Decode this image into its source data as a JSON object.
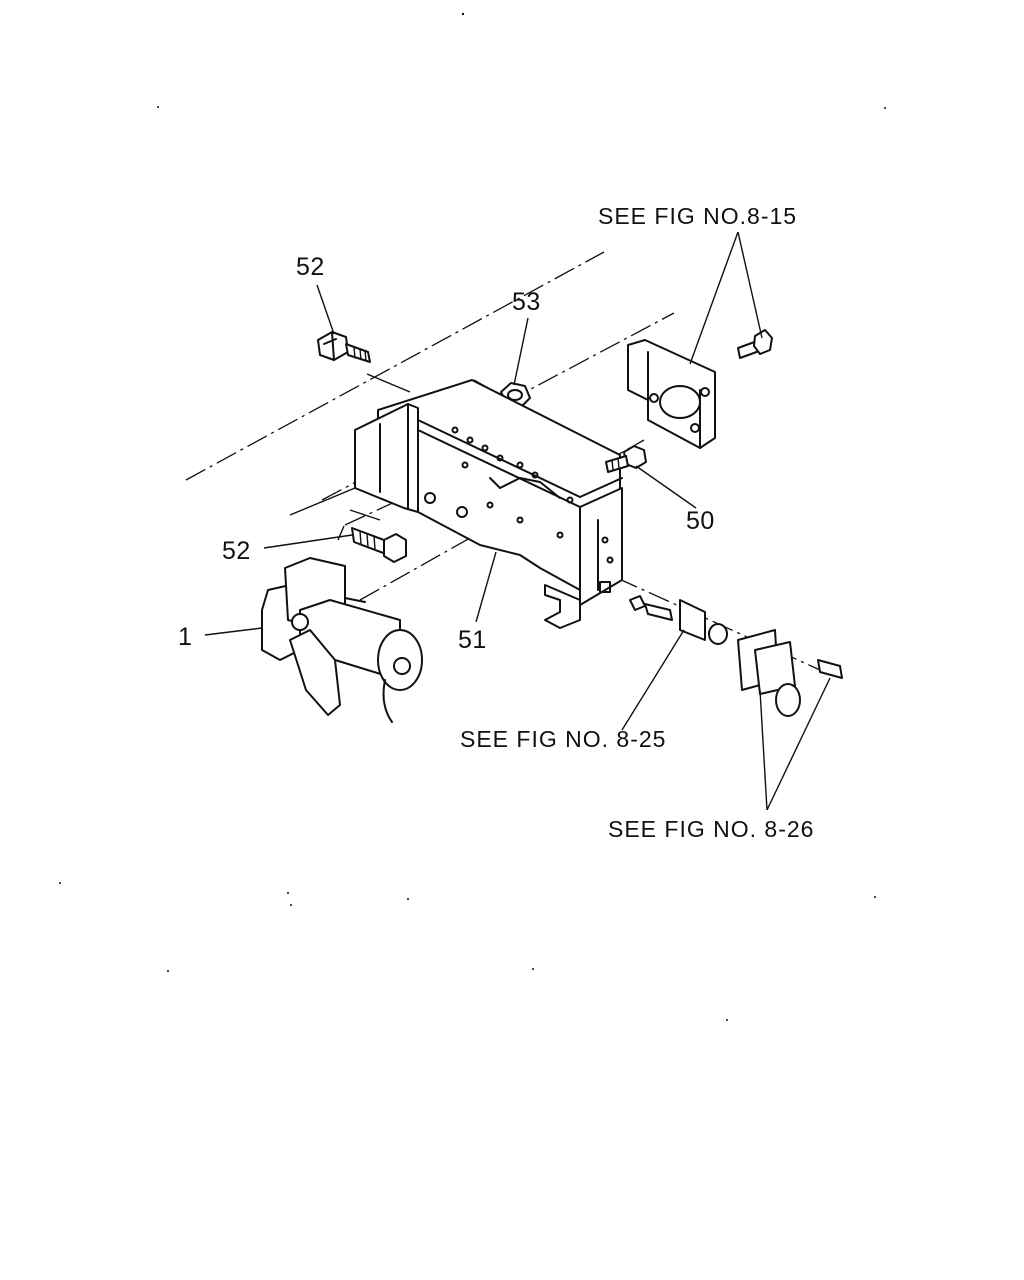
{
  "labels": {
    "bolt_top": "52",
    "nut": "53",
    "bolt_side": "52",
    "bracket": "51",
    "bolt_right": "50",
    "starter": "1"
  },
  "references": {
    "fig_8_15": "SEE FIG NO.8-15",
    "fig_8_25": "SEE FIG NO. 8-25",
    "fig_8_26": "SEE FIG NO. 8-26"
  }
}
